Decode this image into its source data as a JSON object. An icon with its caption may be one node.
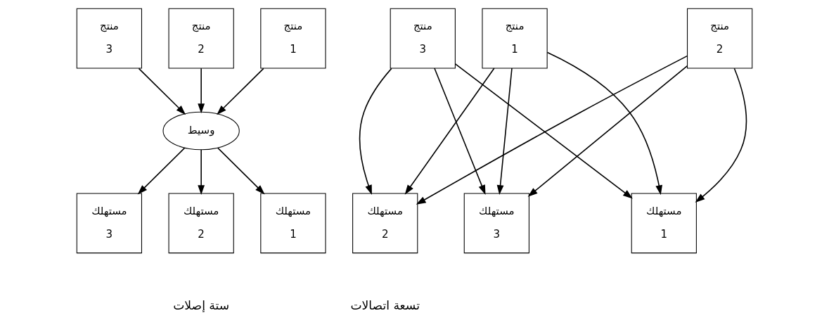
{
  "diagram": {
    "nodes": [
      {
        "text": [
          "منتج",
          "3"
        ]
      },
      {
        "text": [
          "منتج",
          "2"
        ]
      },
      {
        "text": [
          "منتج",
          "1"
        ]
      },
      {
        "text": [
          "وسيط"
        ]
      },
      {
        "text": [
          "مستهلك",
          "3"
        ]
      },
      {
        "text": [
          "مستهلك",
          "2"
        ]
      },
      {
        "text": [
          "مستهلك",
          "1"
        ]
      },
      {
        "text": [
          "منتج",
          "3"
        ]
      },
      {
        "text": [
          "منتج",
          "2"
        ]
      },
      {
        "text": [
          "منتج",
          "1"
        ]
      },
      {
        "text": [
          "مستهلك",
          "3"
        ]
      },
      {
        "text": [
          "مستهلك",
          "2"
        ]
      },
      {
        "text": [
          "مستهلك",
          "1"
        ]
      }
    ],
    "edges": [
      {
        "from": 0,
        "to": 3,
        "arrow": "to"
      },
      {
        "from": 1,
        "to": 3,
        "arrow": "to"
      },
      {
        "from": 2,
        "to": 3,
        "arrow": "to"
      },
      {
        "from": 3,
        "to": 4,
        "arrow": "to"
      },
      {
        "from": 3,
        "to": 5,
        "arrow": "to"
      },
      {
        "from": 3,
        "to": 6,
        "arrow": "to"
      },
      {
        "from": 7,
        "to": 10,
        "arrow": "to"
      },
      {
        "from": 7,
        "to": 11,
        "arrow": "to"
      },
      {
        "from": 7,
        "to": 12,
        "arrow": "to"
      },
      {
        "from": 8,
        "to": 10,
        "arrow": "to"
      },
      {
        "from": 8,
        "to": 11,
        "arrow": "to"
      },
      {
        "from": 8,
        "to": 12,
        "arrow": "to"
      },
      {
        "from": 9,
        "to": 10,
        "arrow": "to"
      },
      {
        "from": 9,
        "to": 11,
        "arrow": "to"
      },
      {
        "from": 9,
        "to": 12,
        "arrow": "to"
      }
    ],
    "labels": [
      "ستة إصلات",
      "تسعة اتصالات"
    ]
  }
}
